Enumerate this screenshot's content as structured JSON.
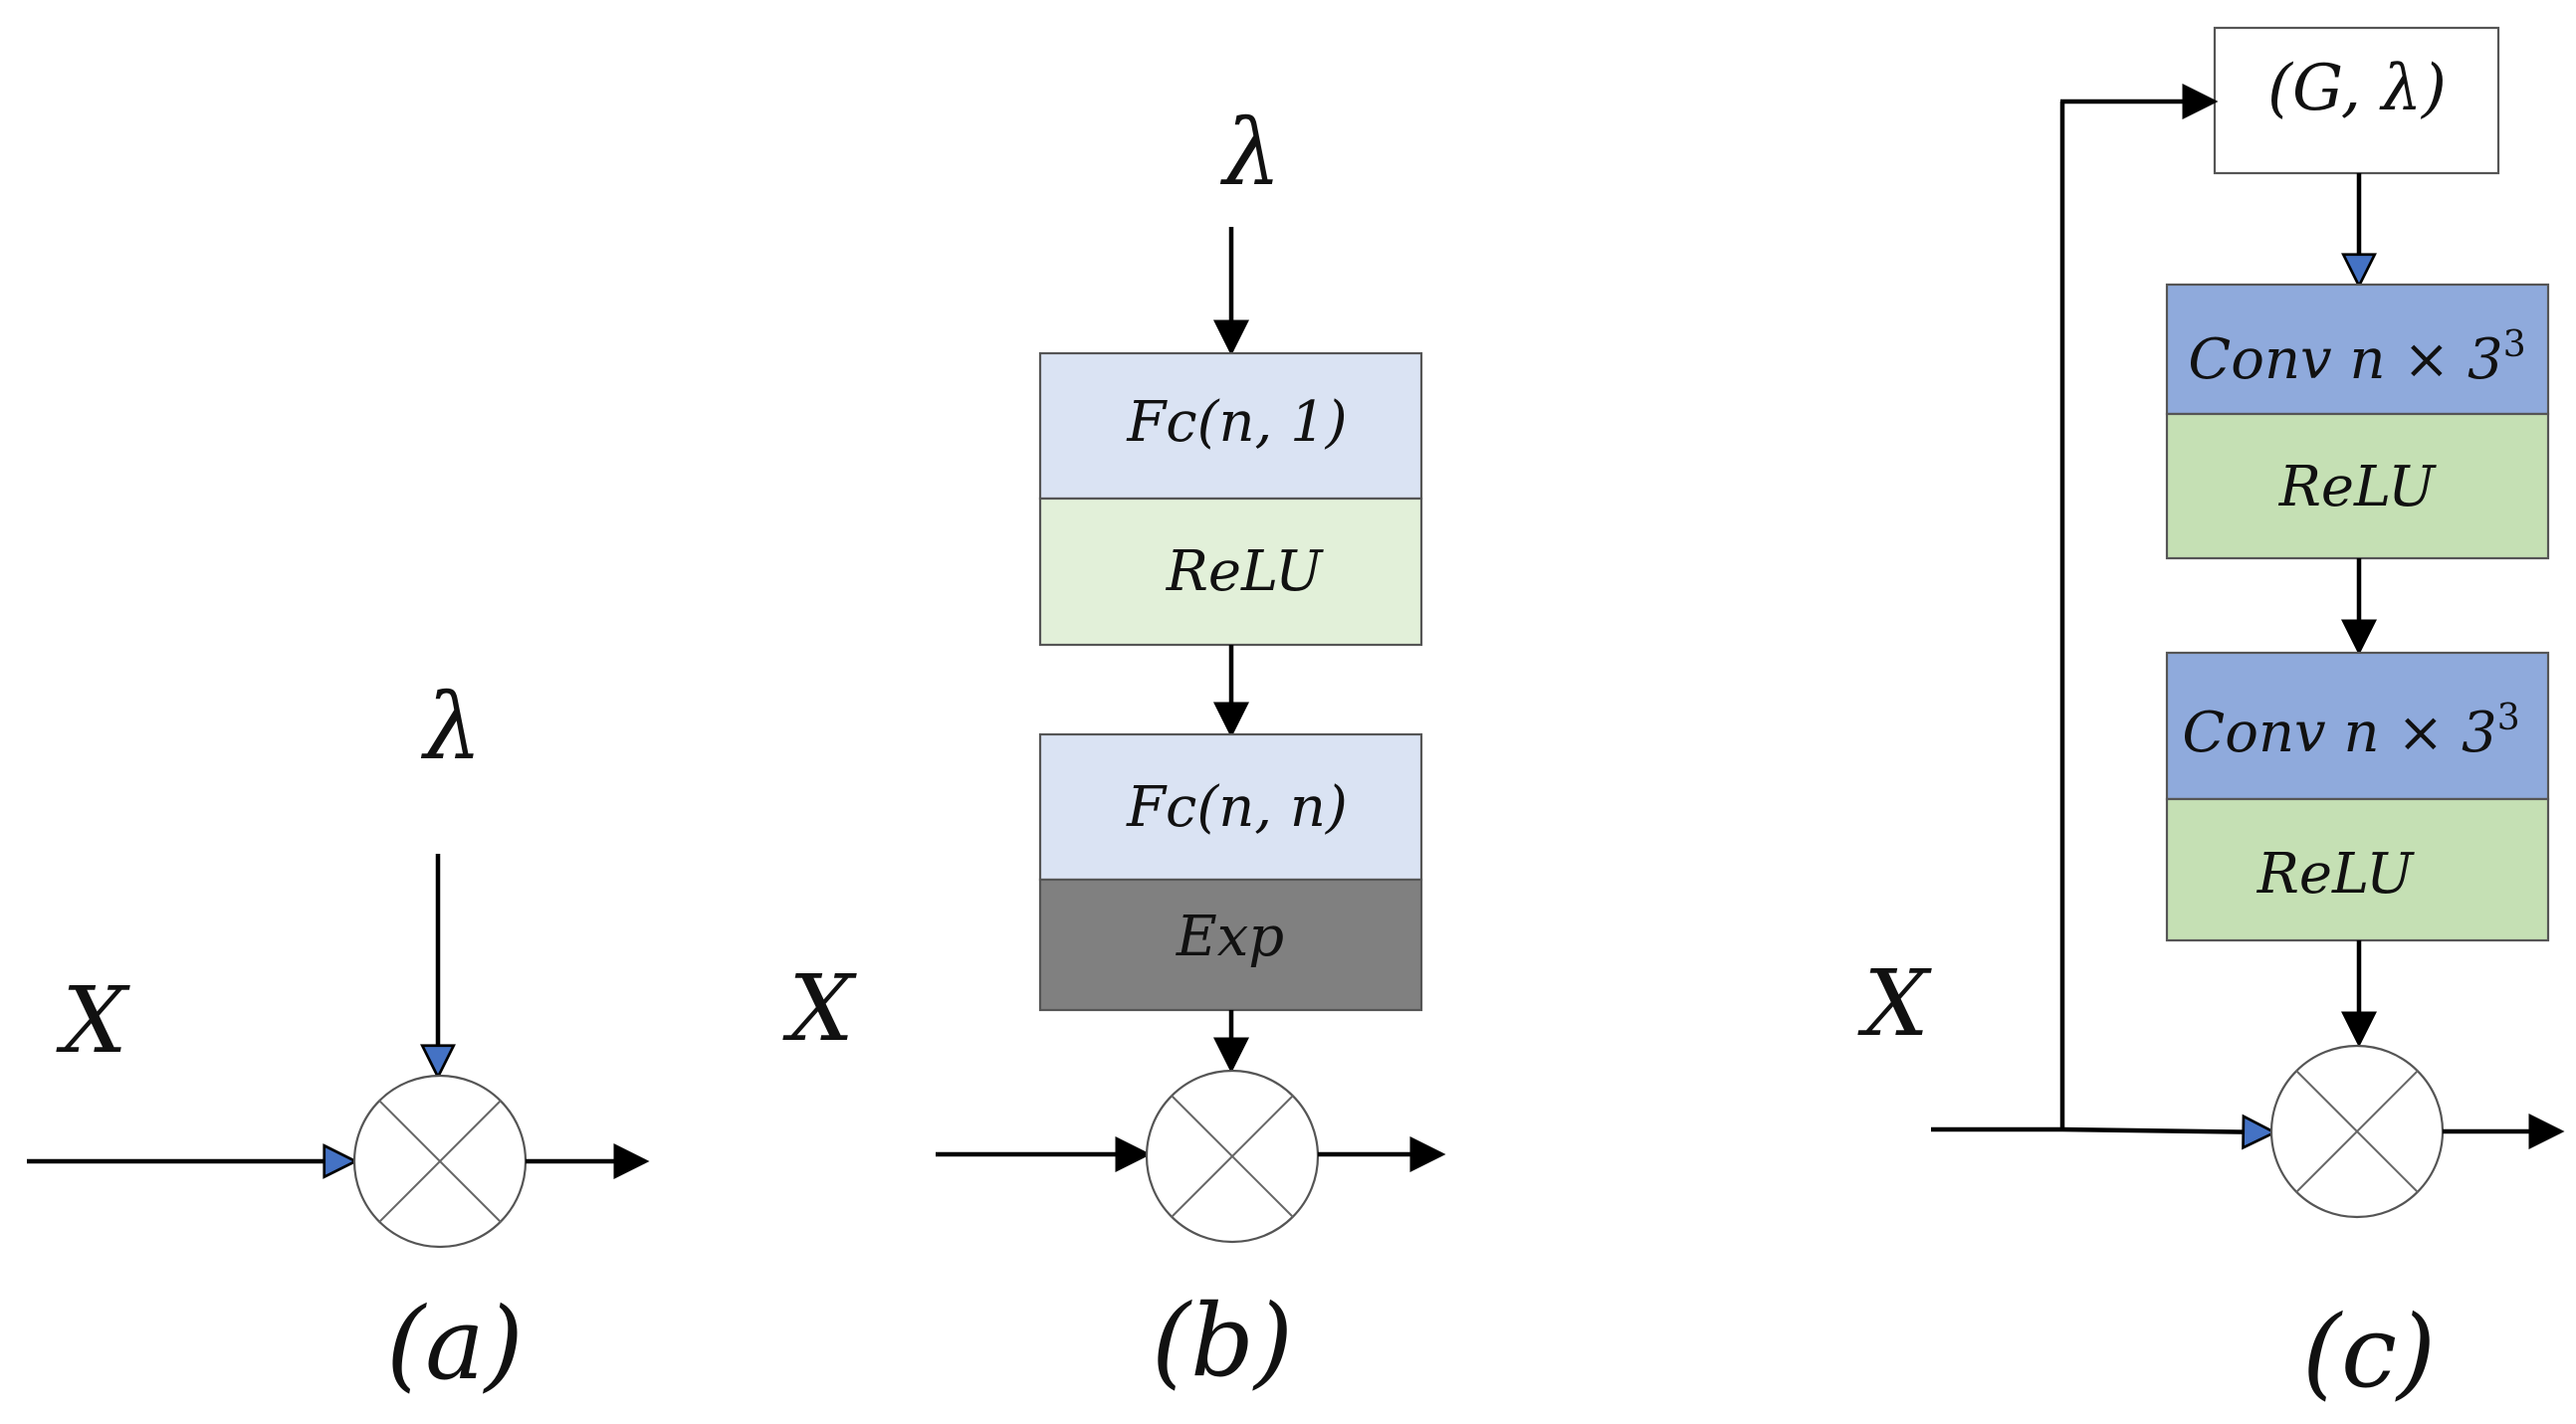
{
  "colors": {
    "fc_light": "#dae3f3",
    "relu_light": "#e2f0d9",
    "exp_gray": "#808080",
    "conv_blue": "#8faadc",
    "relu_green": "#c5e0b4",
    "blue_arrowhead": "#4472c4"
  },
  "panel_a": {
    "x_label": "X",
    "lambda_label": "λ",
    "caption": "(a)"
  },
  "panel_b": {
    "x_label": "X",
    "lambda_label": "λ",
    "fc1_label": "Fc(n, 1)",
    "relu_label": "ReLU",
    "fc2_label": "Fc(n, n)",
    "exp_label": "Exp",
    "caption": "(b)"
  },
  "panel_c": {
    "x_label": "X",
    "input_label": "(G, λ)",
    "conv1_label": "Conv  n × 3",
    "conv1_sup": "3",
    "relu1_label": "ReLU",
    "conv2_label": "Conv  n × 3",
    "conv2_sup": "3",
    "relu2_label": "ReLU",
    "caption": "(c)"
  }
}
